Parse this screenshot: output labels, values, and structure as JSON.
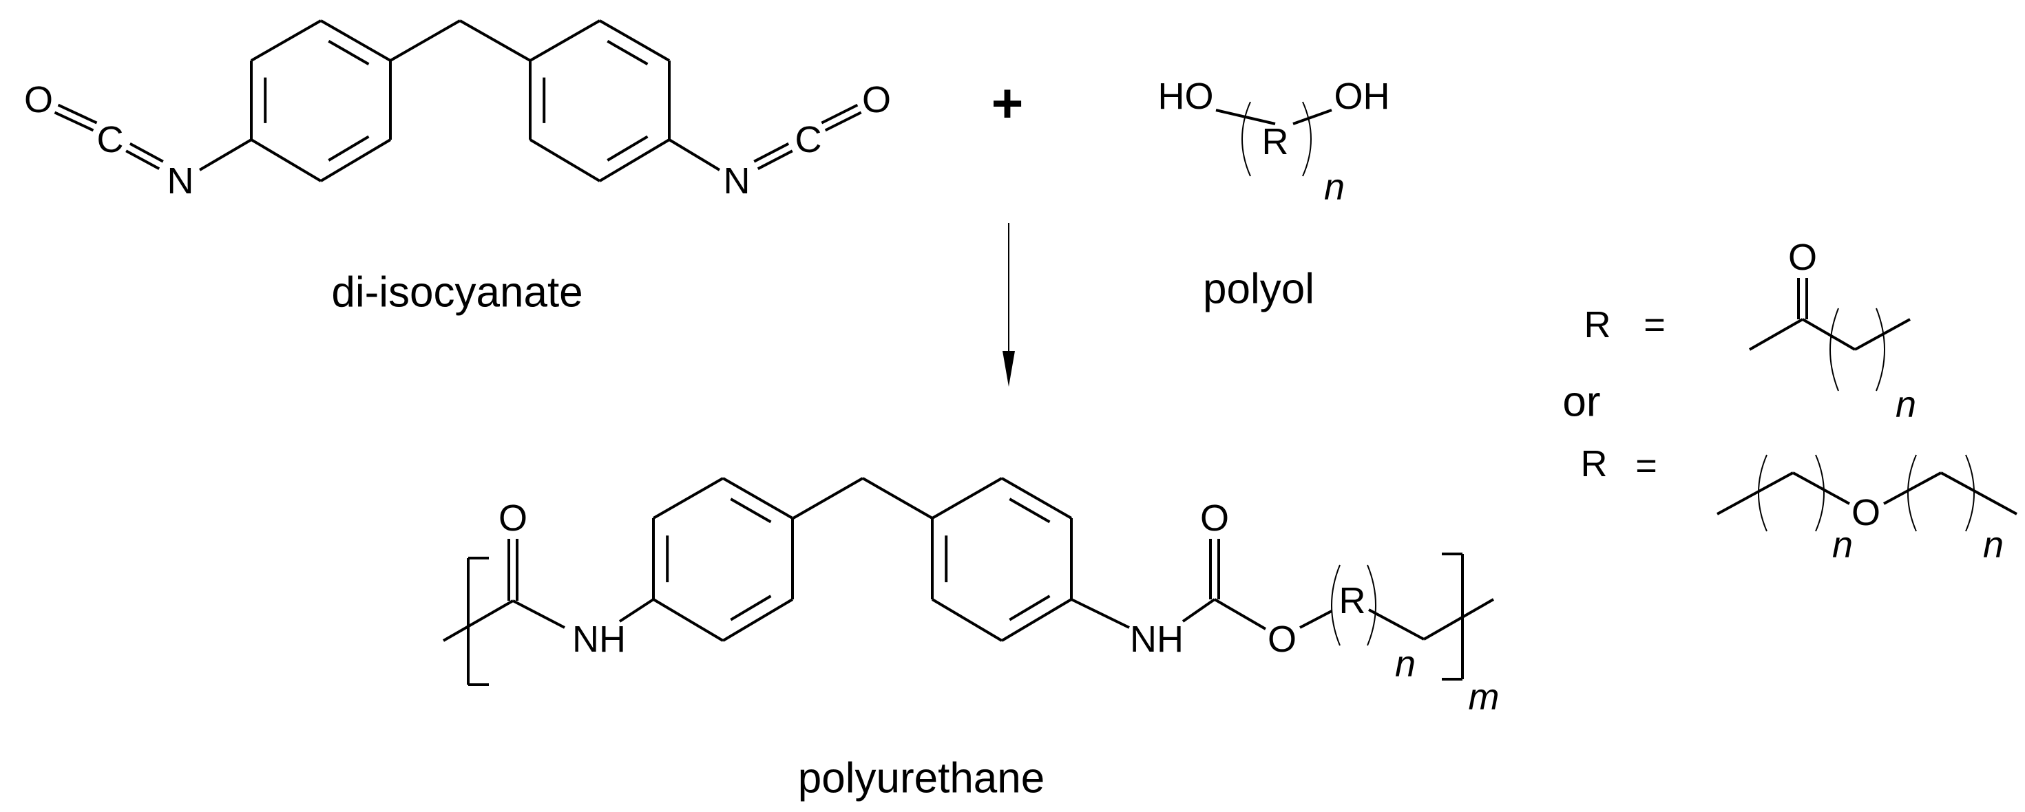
{
  "reactants": {
    "diisocyanate": {
      "label": "di-isocyanate",
      "atoms": {
        "O": "O",
        "C": "C",
        "N": "N"
      }
    },
    "plus": "+",
    "polyol": {
      "label": "polyol",
      "HO": "HO",
      "OH": "OH",
      "R": "R",
      "n": "n"
    }
  },
  "product": {
    "label": "polyurethane",
    "O": "O",
    "NH": "NH",
    "R": "R",
    "n": "n",
    "m": "m"
  },
  "r_definitions": {
    "r_label": "R",
    "equals": "=",
    "or": "or",
    "option1": {
      "O": "O",
      "n": "n"
    },
    "option2": {
      "O": "O",
      "n": "n"
    }
  },
  "arrow": "reaction-arrow-down"
}
